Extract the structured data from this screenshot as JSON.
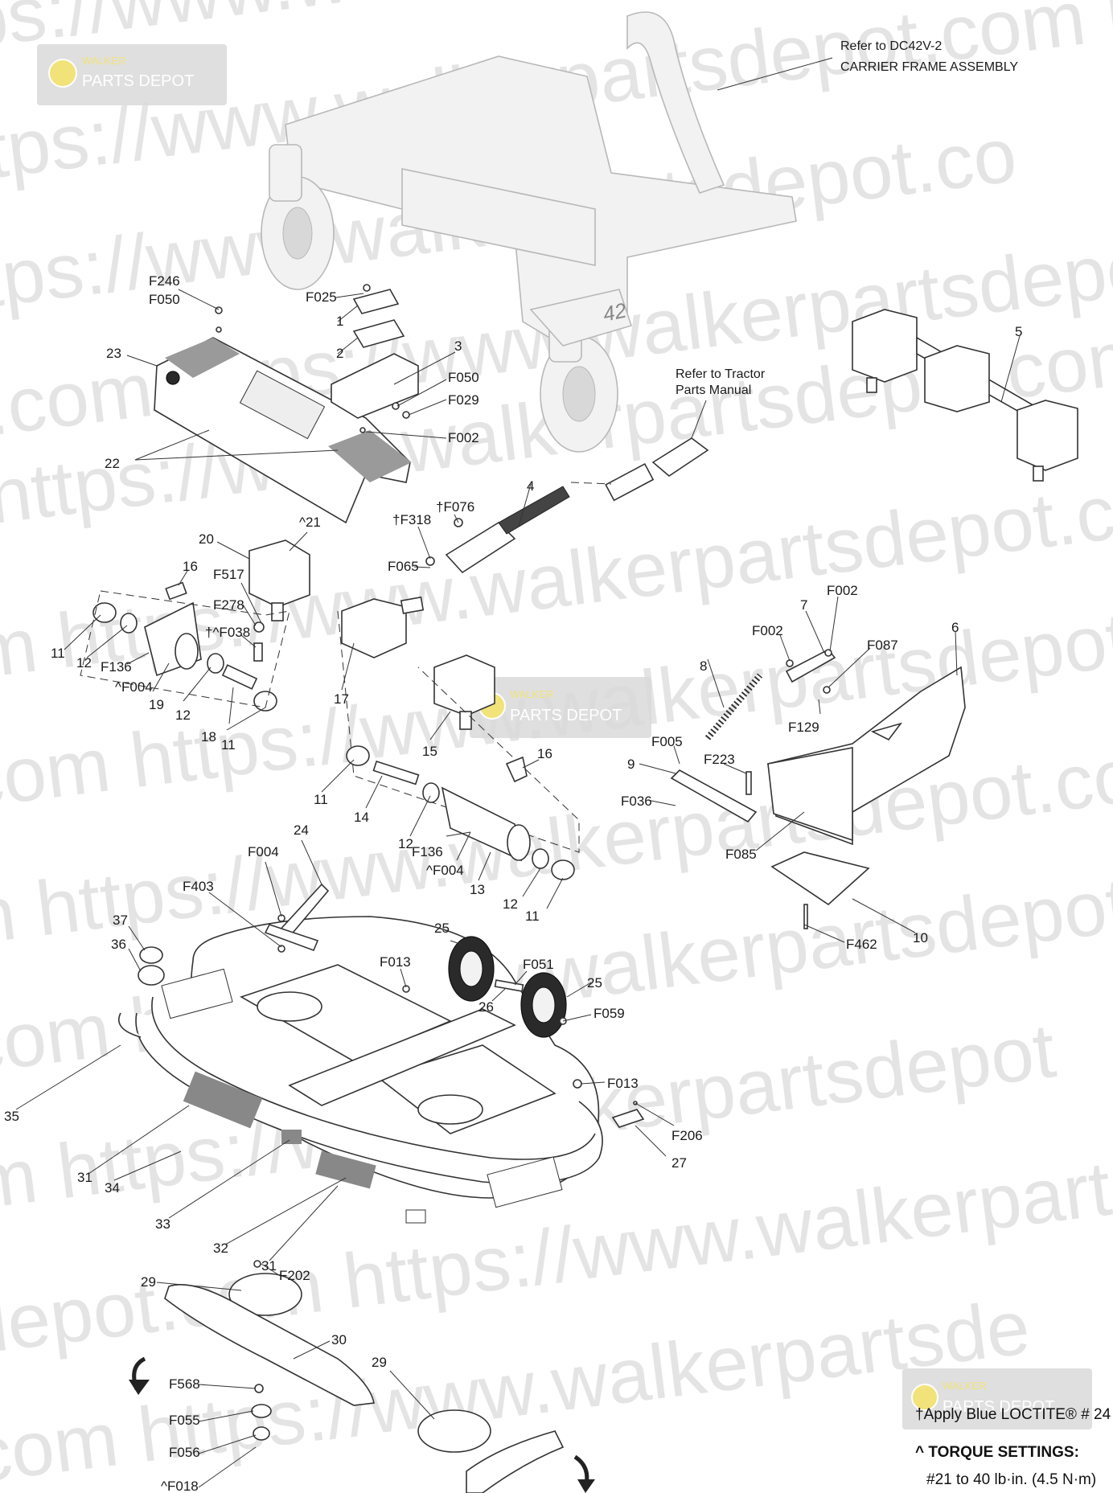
{
  "watermark": {
    "rows": [
      "ps://www.walkerpartsdepot.com   https:",
      "ttps://www.walkerpartsdepot.com  https:/",
      "tps://www.walkerpartsdepot.co",
      "t.com  https://www.walkerpartsdepot.com  https",
      "https://www.walkerpartsdepot.com",
      "m  https://www.walkerpartsdepot.com  htt",
      "com  https://www.walkerpartsdepot.com",
      "n  https://www.walkerpartsdepot.com",
      "com  https://www.walkerpartsdepot.com  h",
      "m  https://www.walkerpartsdepot",
      "depot.com  https://www.walkerpartsdepot.com",
      "com  https://www.walkerpartsde"
    ],
    "logo": {
      "brand": "WALKER",
      "name": "PARTS DEPOT"
    }
  },
  "references": {
    "carrier_line1": "Refer to DC42V-2",
    "carrier_line2": "CARRIER FRAME ASSEMBLY",
    "tractor_line1": "Refer to Tractor",
    "tractor_line2": "Parts Manual"
  },
  "frame_badge": "42",
  "callouts": [
    {
      "id": "c-f246",
      "text": "F246"
    },
    {
      "id": "c-f050a",
      "text": "F050"
    },
    {
      "id": "c-f025",
      "text": "F025"
    },
    {
      "id": "c-1",
      "text": "1"
    },
    {
      "id": "c-2",
      "text": "2"
    },
    {
      "id": "c-3",
      "text": "3"
    },
    {
      "id": "c-23",
      "text": "23"
    },
    {
      "id": "c-f050b",
      "text": "F050"
    },
    {
      "id": "c-f029",
      "text": "F029"
    },
    {
      "id": "c-f002a",
      "text": "F002"
    },
    {
      "id": "c-22",
      "text": "22"
    },
    {
      "id": "c-5",
      "text": "5"
    },
    {
      "id": "c-4",
      "text": "4"
    },
    {
      "id": "c-f076",
      "text": "†F076"
    },
    {
      "id": "c-f318",
      "text": "†F318"
    },
    {
      "id": "c-f065",
      "text": "F065"
    },
    {
      "id": "c-21",
      "text": "^21"
    },
    {
      "id": "c-20",
      "text": "20"
    },
    {
      "id": "c-16a",
      "text": "16"
    },
    {
      "id": "c-f517",
      "text": "F517"
    },
    {
      "id": "c-f278",
      "text": "F278"
    },
    {
      "id": "c-f038",
      "text": "†^F038"
    },
    {
      "id": "c-11a",
      "text": "11"
    },
    {
      "id": "c-12a",
      "text": "12"
    },
    {
      "id": "c-f136a",
      "text": "F136"
    },
    {
      "id": "c-f004a",
      "text": "^F004"
    },
    {
      "id": "c-19",
      "text": "19"
    },
    {
      "id": "c-12b",
      "text": "12"
    },
    {
      "id": "c-18",
      "text": "18"
    },
    {
      "id": "c-11b",
      "text": "11"
    },
    {
      "id": "c-17",
      "text": "17"
    },
    {
      "id": "c-15",
      "text": "15"
    },
    {
      "id": "c-16b",
      "text": "16"
    },
    {
      "id": "c-11c",
      "text": "11"
    },
    {
      "id": "c-14",
      "text": "14"
    },
    {
      "id": "c-12c",
      "text": "12"
    },
    {
      "id": "c-f136b",
      "text": "F136"
    },
    {
      "id": "c-f004b",
      "text": "^F004"
    },
    {
      "id": "c-13",
      "text": "13"
    },
    {
      "id": "c-12d",
      "text": "12"
    },
    {
      "id": "c-11d",
      "text": "11"
    },
    {
      "id": "c-7",
      "text": "7"
    },
    {
      "id": "c-f002b",
      "text": "F002"
    },
    {
      "id": "c-f002c",
      "text": "F002"
    },
    {
      "id": "c-6",
      "text": "6"
    },
    {
      "id": "c-8",
      "text": "8"
    },
    {
      "id": "c-f087",
      "text": "F087"
    },
    {
      "id": "c-f129",
      "text": "F129"
    },
    {
      "id": "c-f005",
      "text": "F005"
    },
    {
      "id": "c-9",
      "text": "9"
    },
    {
      "id": "c-f223",
      "text": "F223"
    },
    {
      "id": "c-f036",
      "text": "F036"
    },
    {
      "id": "c-f085",
      "text": "F085"
    },
    {
      "id": "c-10",
      "text": "10"
    },
    {
      "id": "c-f462",
      "text": "F462"
    },
    {
      "id": "c-f004c",
      "text": "F004"
    },
    {
      "id": "c-24",
      "text": "24"
    },
    {
      "id": "c-f403",
      "text": "F403"
    },
    {
      "id": "c-37",
      "text": "37"
    },
    {
      "id": "c-36",
      "text": "36"
    },
    {
      "id": "c-f013a",
      "text": "F013"
    },
    {
      "id": "c-25a",
      "text": "25"
    },
    {
      "id": "c-f051",
      "text": "F051"
    },
    {
      "id": "c-25b",
      "text": "25"
    },
    {
      "id": "c-26",
      "text": "26"
    },
    {
      "id": "c-f059",
      "text": "F059"
    },
    {
      "id": "c-35",
      "text": "35"
    },
    {
      "id": "c-f013b",
      "text": "F013"
    },
    {
      "id": "c-f206",
      "text": "F206"
    },
    {
      "id": "c-27",
      "text": "27"
    },
    {
      "id": "c-31a",
      "text": "31"
    },
    {
      "id": "c-34",
      "text": "34"
    },
    {
      "id": "c-33",
      "text": "33"
    },
    {
      "id": "c-32",
      "text": "32"
    },
    {
      "id": "c-31b",
      "text": "31"
    },
    {
      "id": "c-29a",
      "text": "29"
    },
    {
      "id": "c-f202",
      "text": "F202"
    },
    {
      "id": "c-30",
      "text": "30"
    },
    {
      "id": "c-29b",
      "text": "29"
    },
    {
      "id": "c-f568",
      "text": "F568"
    },
    {
      "id": "c-f055",
      "text": "F055"
    },
    {
      "id": "c-f056",
      "text": "F056"
    },
    {
      "id": "c-f018",
      "text": "^F018"
    }
  ],
  "notes": {
    "loctite": "†Apply Blue LOCTITE® # 24",
    "torque_title": "^ TORQUE SETTINGS:",
    "torque_line": "#21 to 40 lb·in. (4.5 N·m)"
  }
}
